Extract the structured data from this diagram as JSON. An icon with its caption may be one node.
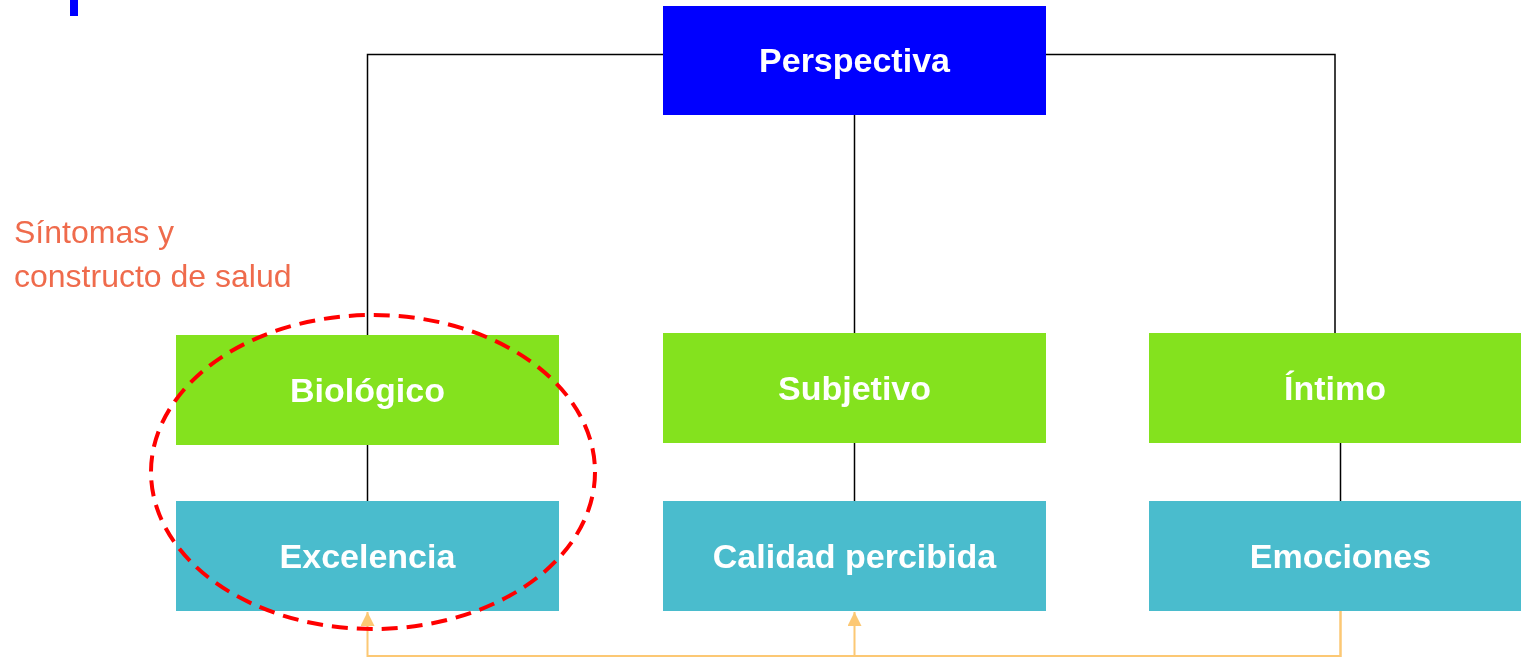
{
  "diagram": {
    "nodes": [
      {
        "text": [
          "Perspectiva"
        ]
      },
      {
        "text": [
          "Biológico"
        ]
      },
      {
        "text": [
          "Subjetivo"
        ]
      },
      {
        "text": [
          "Íntimo"
        ]
      },
      {
        "text": [
          "Excelencia"
        ]
      },
      {
        "text": [
          "Calidad percibida"
        ]
      },
      {
        "text": [
          "Emociones"
        ]
      }
    ],
    "edges": [
      {
        "from": 0,
        "to": 1,
        "arrow": "none"
      },
      {
        "from": 0,
        "to": 2,
        "arrow": "none"
      },
      {
        "from": 0,
        "to": 3,
        "arrow": "none"
      },
      {
        "from": 1,
        "to": 4,
        "arrow": "none"
      },
      {
        "from": 2,
        "to": 5,
        "arrow": "none"
      },
      {
        "from": 3,
        "to": 6,
        "arrow": "none"
      },
      {
        "from": 6,
        "to": 4,
        "arrow": "to",
        "color": "#fcc874"
      },
      {
        "from": 6,
        "to": 5,
        "arrow": "to",
        "color": "#fcc874"
      }
    ],
    "labels": [
      "Síntomas y constructo de salud"
    ]
  }
}
